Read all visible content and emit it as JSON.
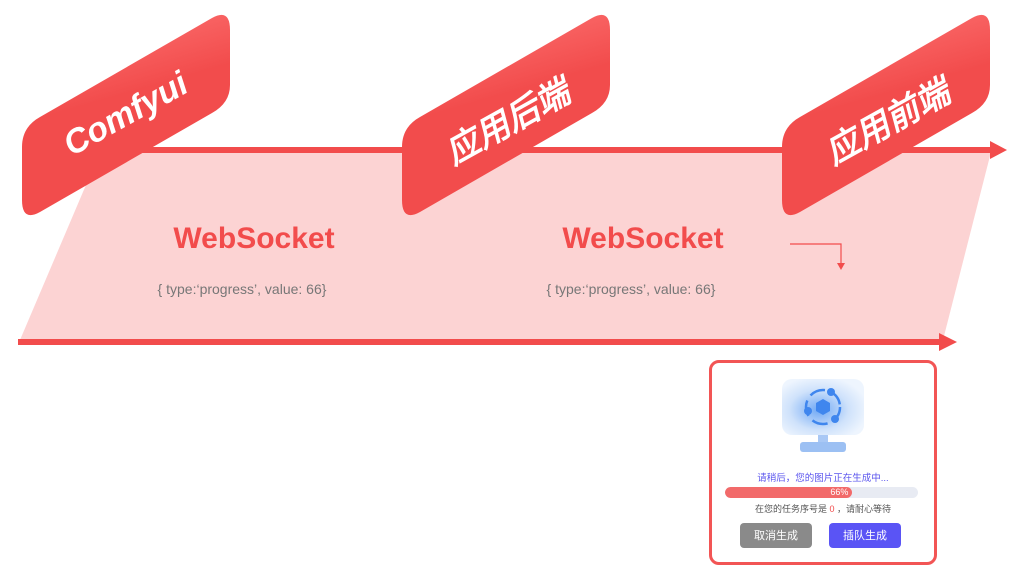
{
  "colors": {
    "accent": "#f24c4c",
    "band": "#fcd3d3",
    "primary_button": "#5a54f5",
    "secondary_button": "#8a8a8a"
  },
  "tags": [
    {
      "label": "Comfyui"
    },
    {
      "label": "应用后端"
    },
    {
      "label": "应用前端"
    }
  ],
  "links": [
    {
      "title": "WebSocket",
      "payload": "{ type:‘progress’, value: 66}"
    },
    {
      "title": "WebSocket",
      "payload": "{ type:‘progress’, value: 66}"
    }
  ],
  "dialog": {
    "icon": "monitor-cube-icon",
    "message": "请稍后，您的图片正在生成中...",
    "progress": {
      "value": 66,
      "label": "66%"
    },
    "queue_prefix": "在您的任务序号是 ",
    "queue_number": "0",
    "queue_suffix": " ，请耐心等待",
    "cancel_label": "取消生成",
    "queue_label": "插队生成"
  }
}
